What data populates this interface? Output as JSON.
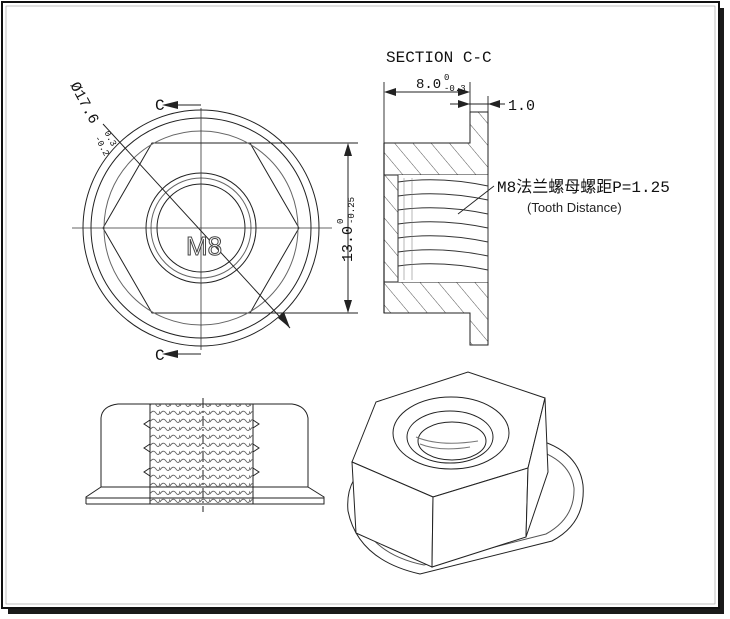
{
  "section": {
    "title": "SECTION C-C",
    "dim_width": "8.0",
    "dim_width_tol_upper": "0",
    "dim_width_tol_lower": "-0.3",
    "dim_flange": "1.0",
    "thread_label": "M8法兰螺母螺距P=1.25",
    "thread_sub": "(Tooth Distance)"
  },
  "front_view": {
    "diameter": "Ø17.6",
    "diameter_tol_upper": "0.3",
    "diameter_tol_lower": "-0.2",
    "height": "13.0",
    "height_tol_upper": "0",
    "height_tol_lower": "-0.25",
    "thread_size": "M8",
    "cut_label_top": "C",
    "cut_label_bottom": "C"
  },
  "colors": {
    "line": "#222222",
    "hatch": "#444444",
    "frame": "#111111",
    "background": "#ffffff"
  }
}
